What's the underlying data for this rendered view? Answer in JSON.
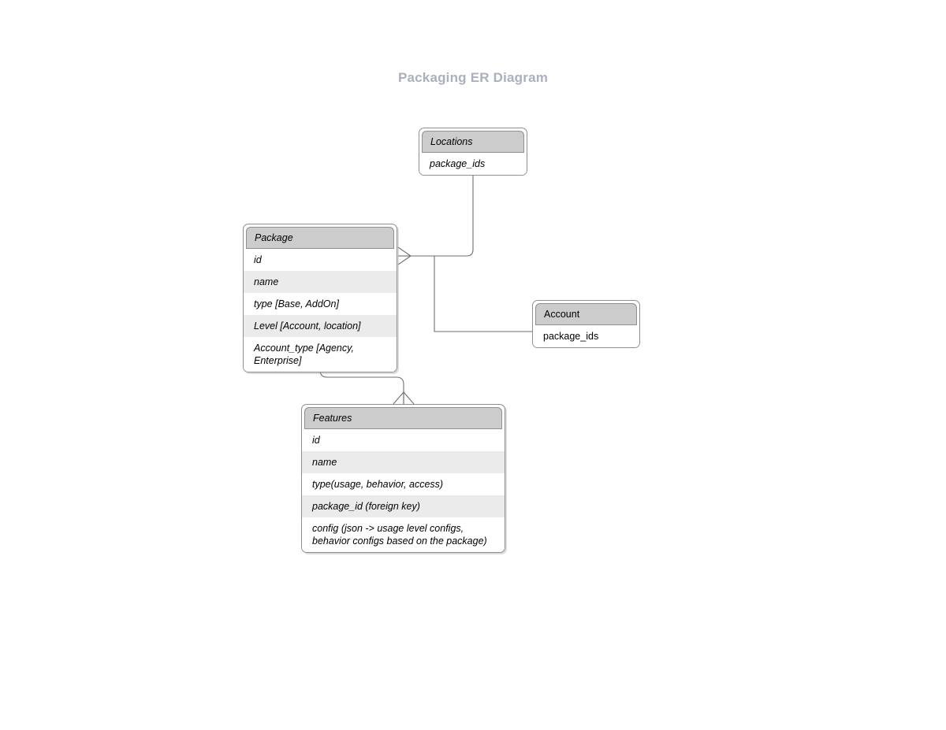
{
  "diagram": {
    "title": "Packaging ER Diagram",
    "title_color": "#aab0bd",
    "background": "#ffffff",
    "header_fill": "#cccccc",
    "row_alt_fill": "#ebebeb",
    "border_color": "#8f8f8f",
    "connector_color": "#6e6e6e"
  },
  "entities": {
    "locations": {
      "name": "Locations",
      "attributes": [
        {
          "label": "package_ids"
        }
      ]
    },
    "package": {
      "name": "Package",
      "attributes": [
        {
          "label": "id"
        },
        {
          "label": "name"
        },
        {
          "label": "type [Base, AddOn]"
        },
        {
          "label": "Level [Account, location]"
        },
        {
          "label": "Account_type [Agency, Enterprise]"
        }
      ]
    },
    "account": {
      "name": "Account",
      "attributes": [
        {
          "label": "package_ids"
        }
      ]
    },
    "features": {
      "name": "Features",
      "attributes": [
        {
          "label": "id"
        },
        {
          "label": "name"
        },
        {
          "label": "type(usage, behavior, access)"
        },
        {
          "label": "package_id (foreign key)"
        },
        {
          "label": "config (json -> usage level configs, behavior configs based on the package)"
        }
      ]
    }
  },
  "relationships": [
    {
      "name": "package-locations",
      "from": "package",
      "to": "locations",
      "from_notation": "crows-foot",
      "to_notation": "none"
    },
    {
      "name": "package-account",
      "from": "package",
      "to": "account",
      "from_notation": "crows-foot",
      "to_notation": "none"
    },
    {
      "name": "package-features",
      "from": "package",
      "to": "features",
      "from_notation": "one",
      "to_notation": "crows-foot"
    }
  ]
}
